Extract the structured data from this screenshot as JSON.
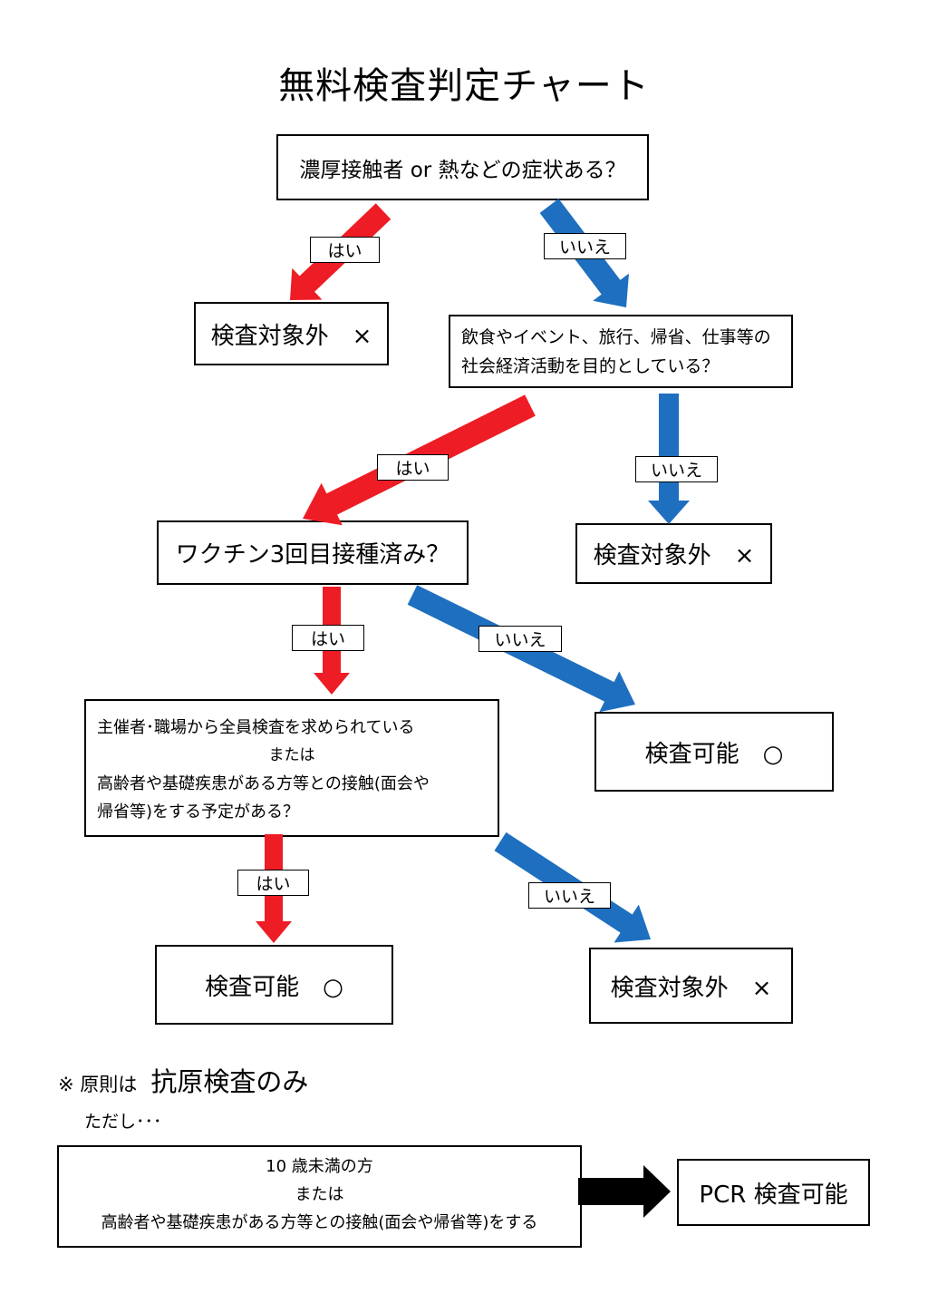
{
  "title": "無料検査判定チャート",
  "colors": {
    "yes": "#ee1c25",
    "no": "#1e6fbf",
    "next": "#000000"
  },
  "q1": {
    "text": "濃厚接触者 or 熱などの症状ある？"
  },
  "q1_yes": {
    "label": "はい",
    "result": "検査対象外　×"
  },
  "q1_no": {
    "label": "いいえ"
  },
  "q2": {
    "line1": "飲食やイベント、旅行、帰省、仕事等の",
    "line2": "社会経済活動を目的としている？"
  },
  "q2_yes": {
    "label": "はい"
  },
  "q2_no": {
    "label": "いいえ",
    "result": "検査対象外　×"
  },
  "q3": {
    "text": "ワクチン3回目接種済み？"
  },
  "q3_yes": {
    "label": "はい"
  },
  "q3_no": {
    "label": "いいえ",
    "result": "検査可能　○"
  },
  "q4": {
    "line1": "主催者･職場から全員検査を求められている",
    "line2": "または",
    "line3": "高齢者や基礎疾患がある方等との接触(面会や",
    "line4": "帰省等)をする予定がある？"
  },
  "q4_yes": {
    "label": "はい",
    "result": "検査可能　○"
  },
  "q4_no": {
    "label": "いいえ",
    "result": "検査対象外　×"
  },
  "note": {
    "prefix": "※ 原則は",
    "emphasis": "抗原検査のみ",
    "however": "ただし･･･",
    "cond_line1": "10 歳未満の方",
    "cond_line2": "または",
    "cond_line3": "高齢者や基礎疾患がある方等との接触(面会や帰省等)をする",
    "result": "PCR 検査可能"
  }
}
